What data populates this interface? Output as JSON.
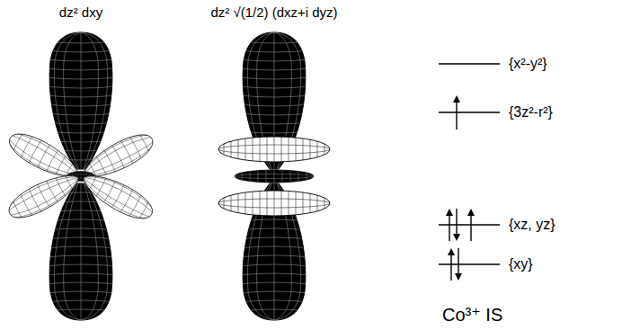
{
  "diagram": {
    "labels": [
      "dz² dxy",
      "dz² √(1/2) (dxz+i dyz)",
      "{x²-y²}",
      "{3z²-r²}",
      "{xz, yz}",
      "{xy}",
      "Co³⁺ IS"
    ]
  }
}
